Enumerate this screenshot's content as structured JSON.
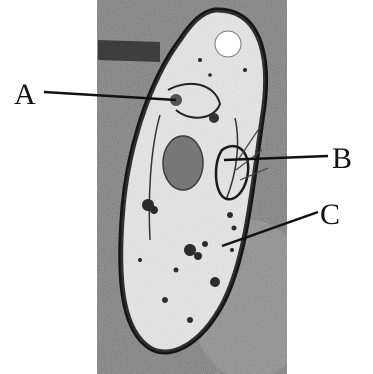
{
  "figure": {
    "labels": {
      "a": "A",
      "b": "B",
      "c": "C"
    },
    "colors": {
      "background": "#ffffff",
      "photo_dark": "#6e6e6e",
      "photo_light": "#b9b9b9",
      "cell_fill": "#e8e8e8",
      "outline": "#1a1a1a",
      "leader_line": "#111111"
    }
  }
}
